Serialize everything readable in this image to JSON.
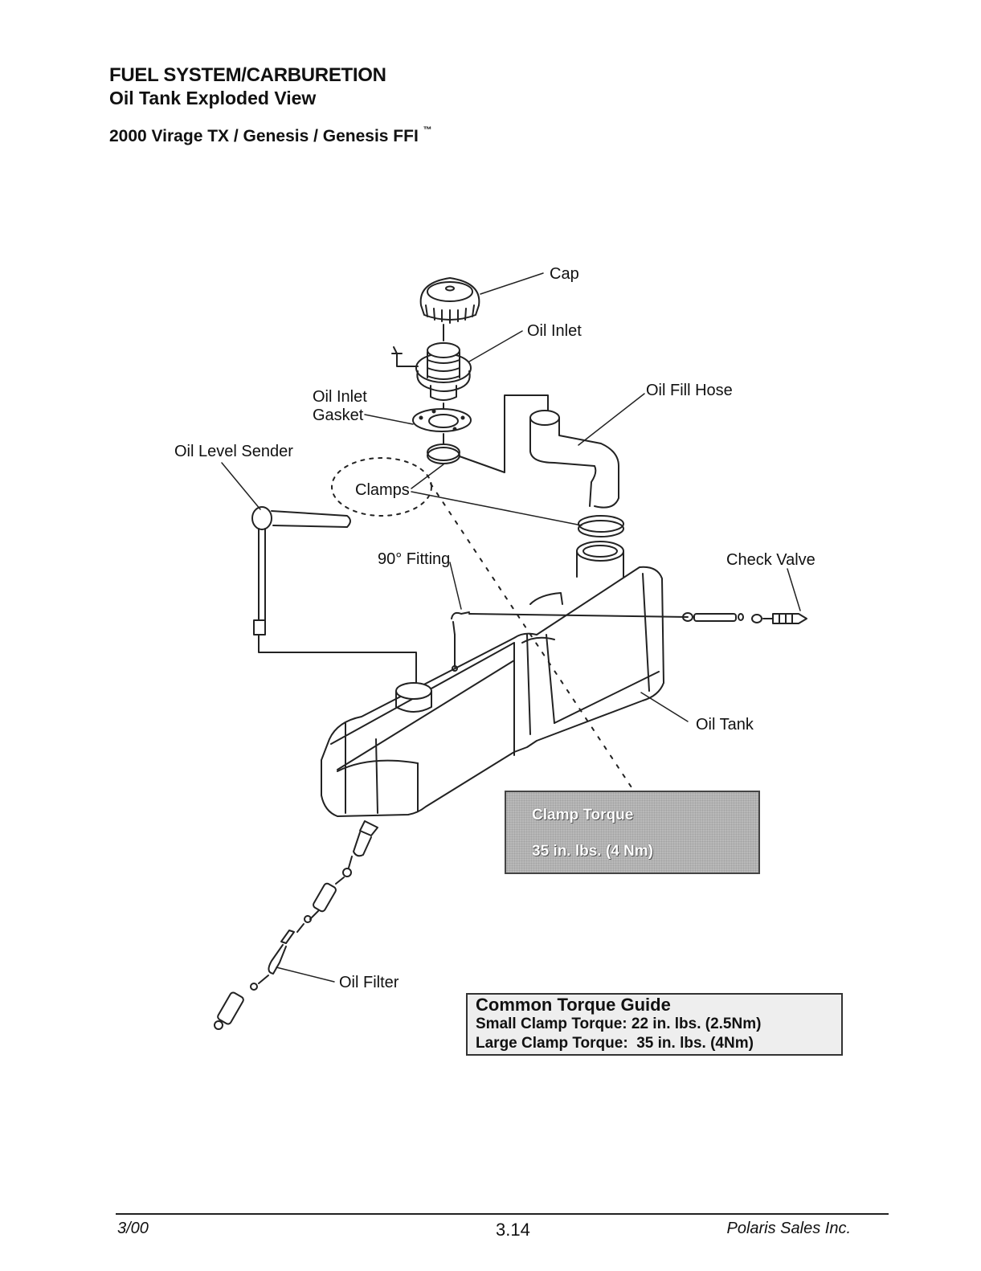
{
  "header": {
    "section": "FUEL SYSTEM/CARBURETION",
    "title": "Oil Tank Exploded View",
    "models": "2000 Virage TX / Genesis / Genesis FFI",
    "trademark": "™"
  },
  "labels": {
    "cap": "Cap",
    "oil_inlet": "Oil Inlet",
    "oil_inlet_gasket_1": "Oil Inlet",
    "oil_inlet_gasket_2": "Gasket",
    "oil_fill_hose": "Oil Fill Hose",
    "oil_level_sender": "Oil Level Sender",
    "clamps": "Clamps",
    "fitting_90": "90° Fitting",
    "check_valve": "Check Valve",
    "oil_tank": "Oil Tank",
    "oil_filter": "Oil Filter"
  },
  "clamp_torque": {
    "title": "Clamp Torque",
    "value": "35 in. lbs. (4 Nm)"
  },
  "torque_guide": {
    "title": "Common Torque Guide",
    "small": "Small Clamp Torque: 22 in. lbs. (2.5Nm)",
    "large": "Large Clamp Torque:  35 in. lbs. (4Nm)"
  },
  "footer": {
    "date": "3/00",
    "page": "3.14",
    "company": "Polaris Sales Inc."
  }
}
